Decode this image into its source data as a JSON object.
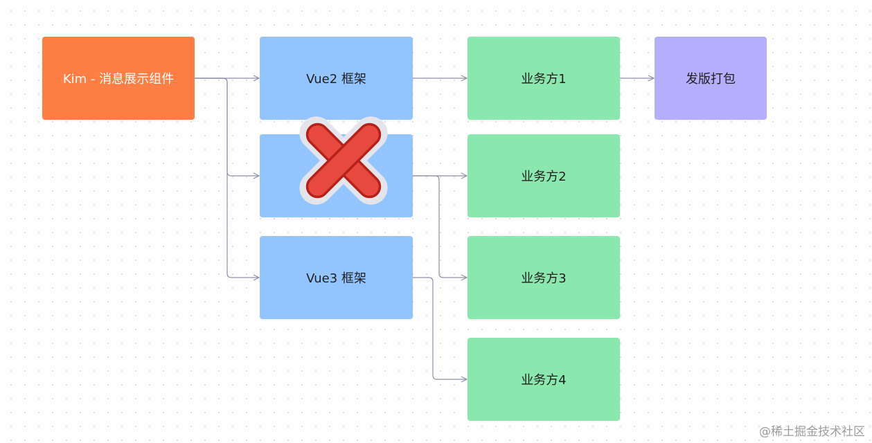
{
  "diagram": {
    "nodes": {
      "source": {
        "label": "Kim - 消息展示组件",
        "color": "#fe7f45"
      },
      "vue2": {
        "label": "Vue2 框架",
        "color": "#93c4fd"
      },
      "middle": {
        "label": "",
        "color": "#93c4fd"
      },
      "vue3": {
        "label": "Vue3 框架",
        "color": "#93c4fd"
      },
      "biz1": {
        "label": "业务方1",
        "color": "#8ae7ad"
      },
      "biz2": {
        "label": "业务方2",
        "color": "#8ae7ad"
      },
      "biz3": {
        "label": "业务方3",
        "color": "#8ae7ad"
      },
      "biz4": {
        "label": "业务方4",
        "color": "#8ae7ad"
      },
      "release": {
        "label": "发版打包",
        "color": "#b5aefc"
      }
    },
    "edges": [
      [
        "source",
        "vue2"
      ],
      [
        "source",
        "middle"
      ],
      [
        "source",
        "vue3"
      ],
      [
        "vue2",
        "biz1"
      ],
      [
        "biz1",
        "release"
      ],
      [
        "middle",
        "biz2"
      ],
      [
        "middle",
        "biz3"
      ],
      [
        "vue3",
        "biz4"
      ]
    ],
    "overlay_icon": "red-cross-icon",
    "edge_color": "#8c8fa6"
  },
  "watermark": "@稀土掘金技术社区"
}
